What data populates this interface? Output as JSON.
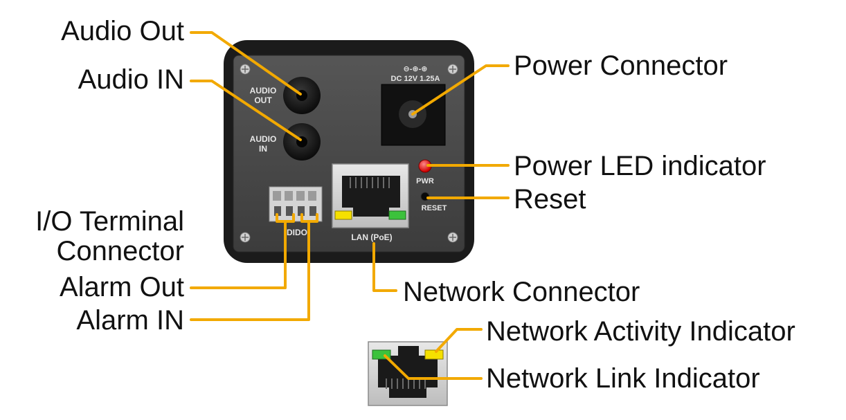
{
  "callouts": {
    "audio_out": "Audio Out",
    "audio_in": "Audio IN",
    "io_terminal_line1": "I/O Terminal",
    "io_terminal_line2": "Connector",
    "alarm_out": "Alarm Out",
    "alarm_in": "Alarm IN",
    "power_connector": "Power Connector",
    "power_led": "Power LED indicator",
    "reset": "Reset",
    "network_connector": "Network Connector",
    "network_activity": "Network Activity Indicator",
    "network_link": "Network Link Indicator"
  },
  "panel_labels": {
    "audio_out_line1": "AUDIO",
    "audio_out_line2": "OUT",
    "audio_in_line1": "AUDIO",
    "audio_in_line2": "IN",
    "dc_rating": "DC 12V 1.25A",
    "polarity": "⊖-⊕-⊕",
    "pwr": "PWR",
    "reset": "RESET",
    "lan": "LAN (PoE)",
    "dido": "DIDO"
  },
  "colors": {
    "leader_line": "#f2a900",
    "panel_outer": "#1a1a1a",
    "panel_inner": "#4a4a4a",
    "led_red": "#e01010",
    "led_yellow": "#f5e000",
    "led_green": "#3cc23c"
  }
}
